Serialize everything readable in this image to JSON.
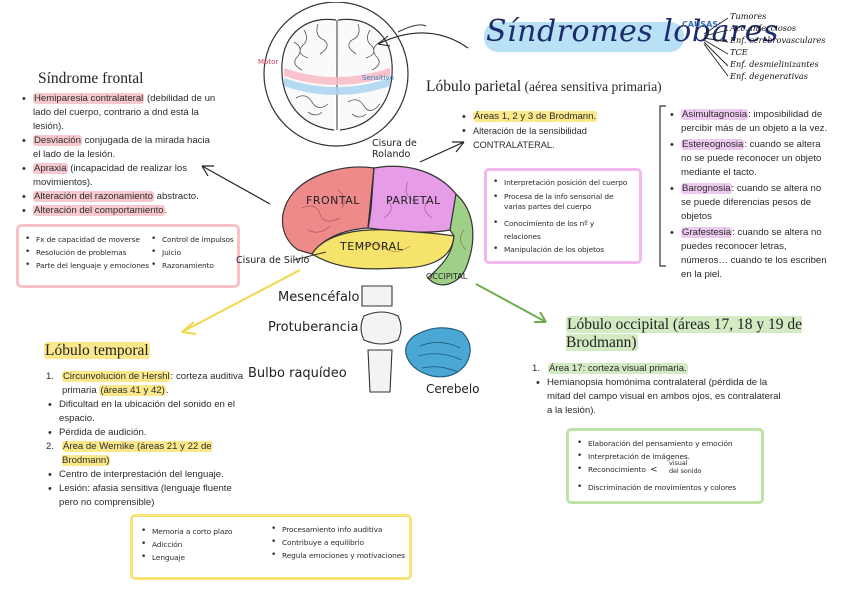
{
  "header": {
    "title": "Síndromes lobares",
    "causes_label": "CAUSAS:",
    "causes": [
      "Tumores",
      "Acc. infecciosos",
      "Enf. cerebrovasculares",
      "TCE",
      "Enf. desmielinizantes",
      "Enf. degenerativas"
    ]
  },
  "brain_top": {
    "motor_label": "Motor",
    "sensitive_label": "Sensitivo"
  },
  "brain_labels": {
    "frontal": "FRONTAL",
    "parietal": "PARIETAL",
    "temporal": "TEMPORAL",
    "occipital": "OCCIPITAL",
    "rolando": "Cisura de Rolando",
    "silvio": "Cisura de Silvio",
    "mesencefalo": "Mesencéfalo",
    "protuberancia": "Protuberancia",
    "bulbo": "Bulbo raquídeo",
    "cerebelo": "Cerebelo"
  },
  "frontal": {
    "title": "Síndrome frontal",
    "items": [
      {
        "hl": "Hemiparesia contralateral",
        "rest": " (debilidad de un lado del cuerpo, contrario a dnd está la lesión)."
      },
      {
        "hl": "Desviación",
        "rest": " conjugada de la mirada hacia el lado de la lesión."
      },
      {
        "hl": "Apraxia",
        "rest": " (incapacidad de realizar los movimientos)."
      },
      {
        "hl": "Alteración del razonamiento",
        "rest": " abstracto."
      },
      {
        "hl": "Alteración del comportamiento",
        "rest": "."
      }
    ],
    "box_left": [
      "Fx de capacidad de moverse",
      "Resolución de problemas",
      "Parte del lenguaje y emociones"
    ],
    "box_right": [
      "Control de impulsos",
      "Juicio",
      "Razonamiento"
    ]
  },
  "parietal": {
    "title": "Lóbulo parietal",
    "subtitle": " (aérea sensitiva primaria)",
    "items": [
      {
        "hl": "Áreas 1, 2 y 3 de Brodmann.",
        "rest": ""
      },
      {
        "hl": "",
        "rest": "Alteración de la sensibilidad CONTRALATERAL."
      }
    ],
    "box": [
      "Interpretación posición del cuerpo",
      "Procesa de la info sensorial de varias partes del cuerpo",
      "Conocimiento de los nº y relaciones",
      "Manipulación de los objetos"
    ],
    "side": [
      {
        "hl": "Asimultagnosia",
        "rest": ": imposibilidad de percibir más de un objeto a la vez."
      },
      {
        "hl": "Estereognosia",
        "rest": ": cuando se altera no se puede reconocer un objeto mediante el tacto."
      },
      {
        "hl": "Barognosia",
        "rest": ": cuando se altera no se puede diferencias pesos de objetos"
      },
      {
        "hl": "Grafestesia",
        "rest": ": cuando se altera no puedes reconocer letras, números… cuando te los escriben en la piel."
      }
    ]
  },
  "temporal": {
    "title": "Lóbulo temporal",
    "items": [
      {
        "type": "num",
        "n": "1.",
        "hl": "Circunvolución de Hershl",
        "rest": ": corteza auditiva primaria ",
        "hl2": "(áreas 41 y 42)",
        "rest2": "."
      },
      {
        "type": "bul",
        "text": "Dificultad en la ubicación del sonido en el espacio."
      },
      {
        "type": "bul",
        "text": "Pérdida de audición."
      },
      {
        "type": "num",
        "n": "2.",
        "hl": "Área de Wernike (áreas 21 y 22 de Brodmann)",
        "rest": "",
        "hl2": "",
        "rest2": ""
      },
      {
        "type": "bul",
        "text": "Centro de interprestación del lenguaje."
      },
      {
        "type": "bul",
        "text": "Lesión: afasia sensitiva (lenguaje fluente pero no comprensible)"
      }
    ],
    "box_left": [
      "Memoria a corto plazo",
      "Adicción",
      "Lenguaje"
    ],
    "box_right": [
      "Procesamiento info auditiva",
      "Contribuye a equilibrio",
      "Regula emociones y motivaciones"
    ]
  },
  "occipital": {
    "title": "Lóbulo occipital (áreas 17, 18 y 19 de Brodmann)",
    "items": [
      {
        "type": "num",
        "n": "1.",
        "hl": "Área 17: corteza visual primaria.",
        "rest": ""
      },
      {
        "type": "bul",
        "text": "Hemianopsia homónima contralateral (pérdida de la mitad del campo visual en ambos ojos, es contralateral a la lesión)."
      }
    ],
    "box": [
      "Elaboración del pensamiento y emoción",
      "Interpretación de imágenes.",
      "Reconocimiento",
      "Discriminación de movimientos y colores"
    ],
    "box_brace": [
      "visual",
      "del sonido"
    ]
  },
  "colors": {
    "frontal": "#ef8a8a",
    "parietal": "#e79ce8",
    "temporal": "#f6e36b",
    "occipital": "#9fd087",
    "cerebelo": "#4ba7d4",
    "title_blue": "#a8d8f0"
  }
}
